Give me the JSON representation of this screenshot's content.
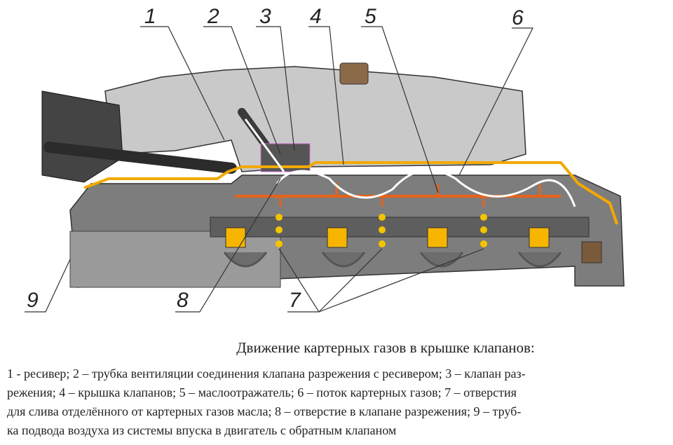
{
  "diagram": {
    "labels": [
      "1",
      "2",
      "3",
      "4",
      "5",
      "6",
      "7",
      "8",
      "9"
    ],
    "colors": {
      "cover_outline": "#f2a900",
      "deflector": "#e8621a",
      "oil": "#f5c400",
      "flow": "#ffffff",
      "body": "#8a8a8a",
      "receiver": "#c8c8c8"
    }
  },
  "caption": {
    "title": "Движение картерных газов в крышке клапанов:",
    "lines": [
      "1 - ресивер; 2 – трубка вентиляции соединения клапана разрежения с ресивером; 3 – клапан раз-",
      "режения; 4 – крышка клапанов; 5 – маслоотражатель; 6 – поток картерных газов; 7 – отверстия",
      "для слива отделённого от картерных газов масла; 8 – отверстие в клапане разрежения; 9 – труб-",
      "ка подвода воздуха из системы впуска в двигатель с обратным клапаном"
    ]
  }
}
